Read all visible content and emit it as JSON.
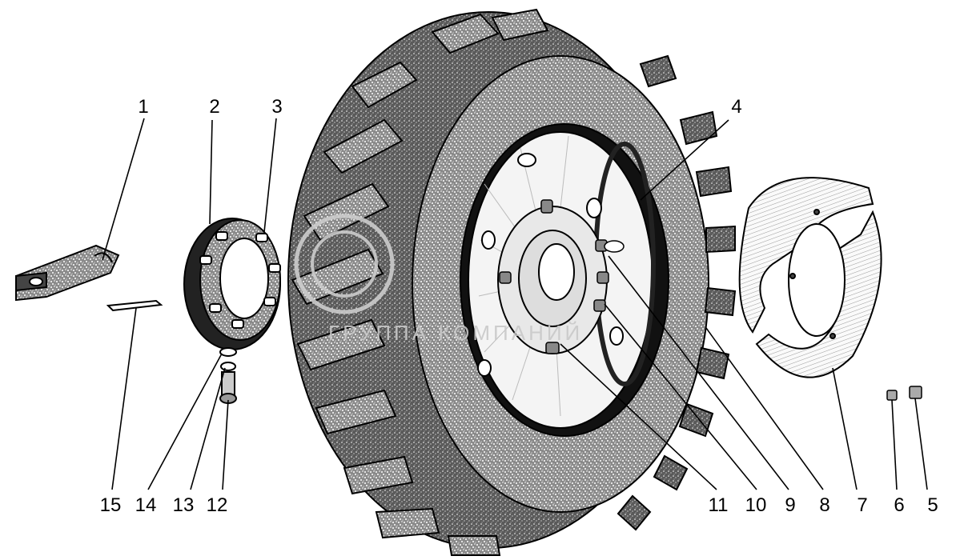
{
  "watermark": {
    "text": "ГРУППА КОМПАНИЙ"
  },
  "callouts": [
    {
      "id": "1",
      "label": "1"
    },
    {
      "id": "2",
      "label": "2"
    },
    {
      "id": "3",
      "label": "3"
    },
    {
      "id": "4",
      "label": "4"
    },
    {
      "id": "5",
      "label": "5"
    },
    {
      "id": "6",
      "label": "6"
    },
    {
      "id": "7",
      "label": "7"
    },
    {
      "id": "8",
      "label": "8"
    },
    {
      "id": "9",
      "label": "9"
    },
    {
      "id": "10",
      "label": "10"
    },
    {
      "id": "11",
      "label": "11"
    },
    {
      "id": "12",
      "label": "12"
    },
    {
      "id": "13",
      "label": "13"
    },
    {
      "id": "14",
      "label": "14"
    },
    {
      "id": "15",
      "label": "15"
    }
  ],
  "colors": {
    "line": "#000000",
    "tire": "#3a3a3a",
    "rim": "#f2f2f2",
    "watermark": "#c9c9c9"
  }
}
